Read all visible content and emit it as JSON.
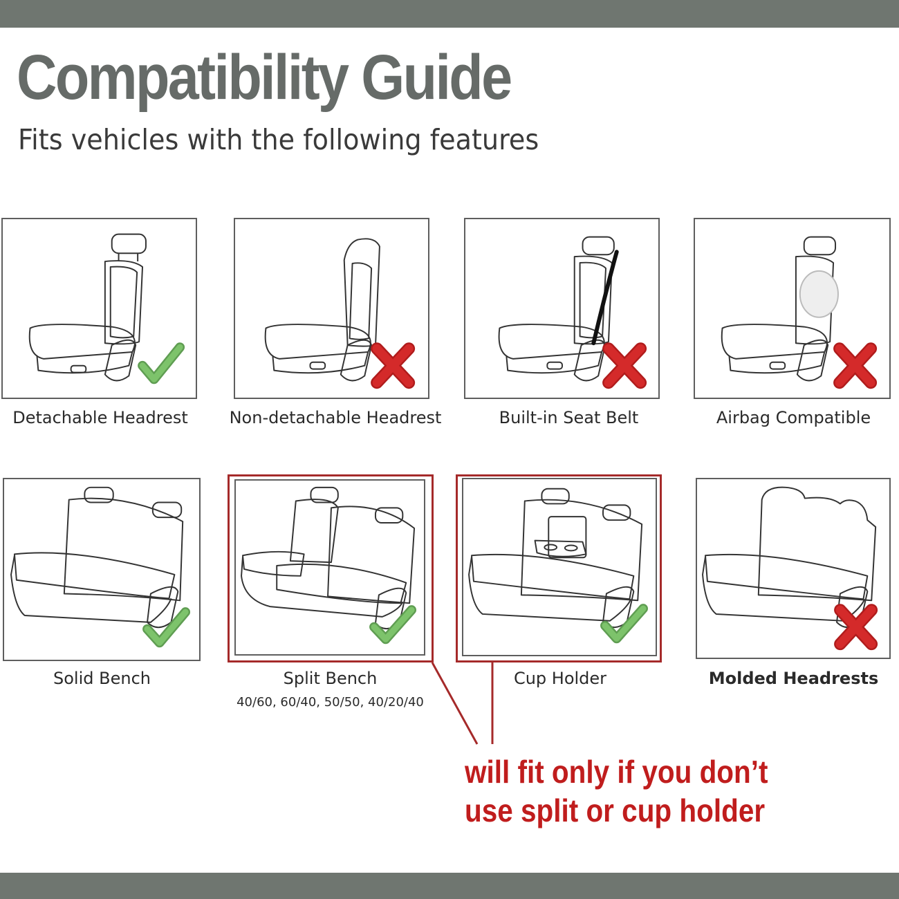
{
  "header": {
    "title": "Compatibility Guide",
    "subtitle": "Fits vehicles with the following features"
  },
  "features": [
    {
      "label": "Detachable Headrest",
      "status": "check"
    },
    {
      "label": "Non-detachable Headrest",
      "status": "cross"
    },
    {
      "label": "Built-in Seat Belt",
      "status": "cross"
    },
    {
      "label": "Airbag Compatible",
      "status": "cross"
    },
    {
      "label": "Solid Bench",
      "status": "check"
    },
    {
      "label": "Split Bench",
      "sublabel": "40/60, 60/40, 50/50, 40/20/40",
      "status": "check",
      "highlighted": true
    },
    {
      "label": "Cup Holder",
      "status": "check",
      "highlighted": true
    },
    {
      "label": "Molded Headrests",
      "status": "cross"
    }
  ],
  "note": {
    "line1": "will fit only if you don’t",
    "line2": "use split or cup holder"
  },
  "colors": {
    "bar": "#6f7670",
    "title": "#666b68",
    "check": "#7dc36b",
    "cross": "#d42a2a",
    "highlight": "#a52a2a",
    "note": "#c01d1d"
  },
  "icons": {
    "check": "check-mark-icon",
    "cross": "cross-mark-icon"
  }
}
